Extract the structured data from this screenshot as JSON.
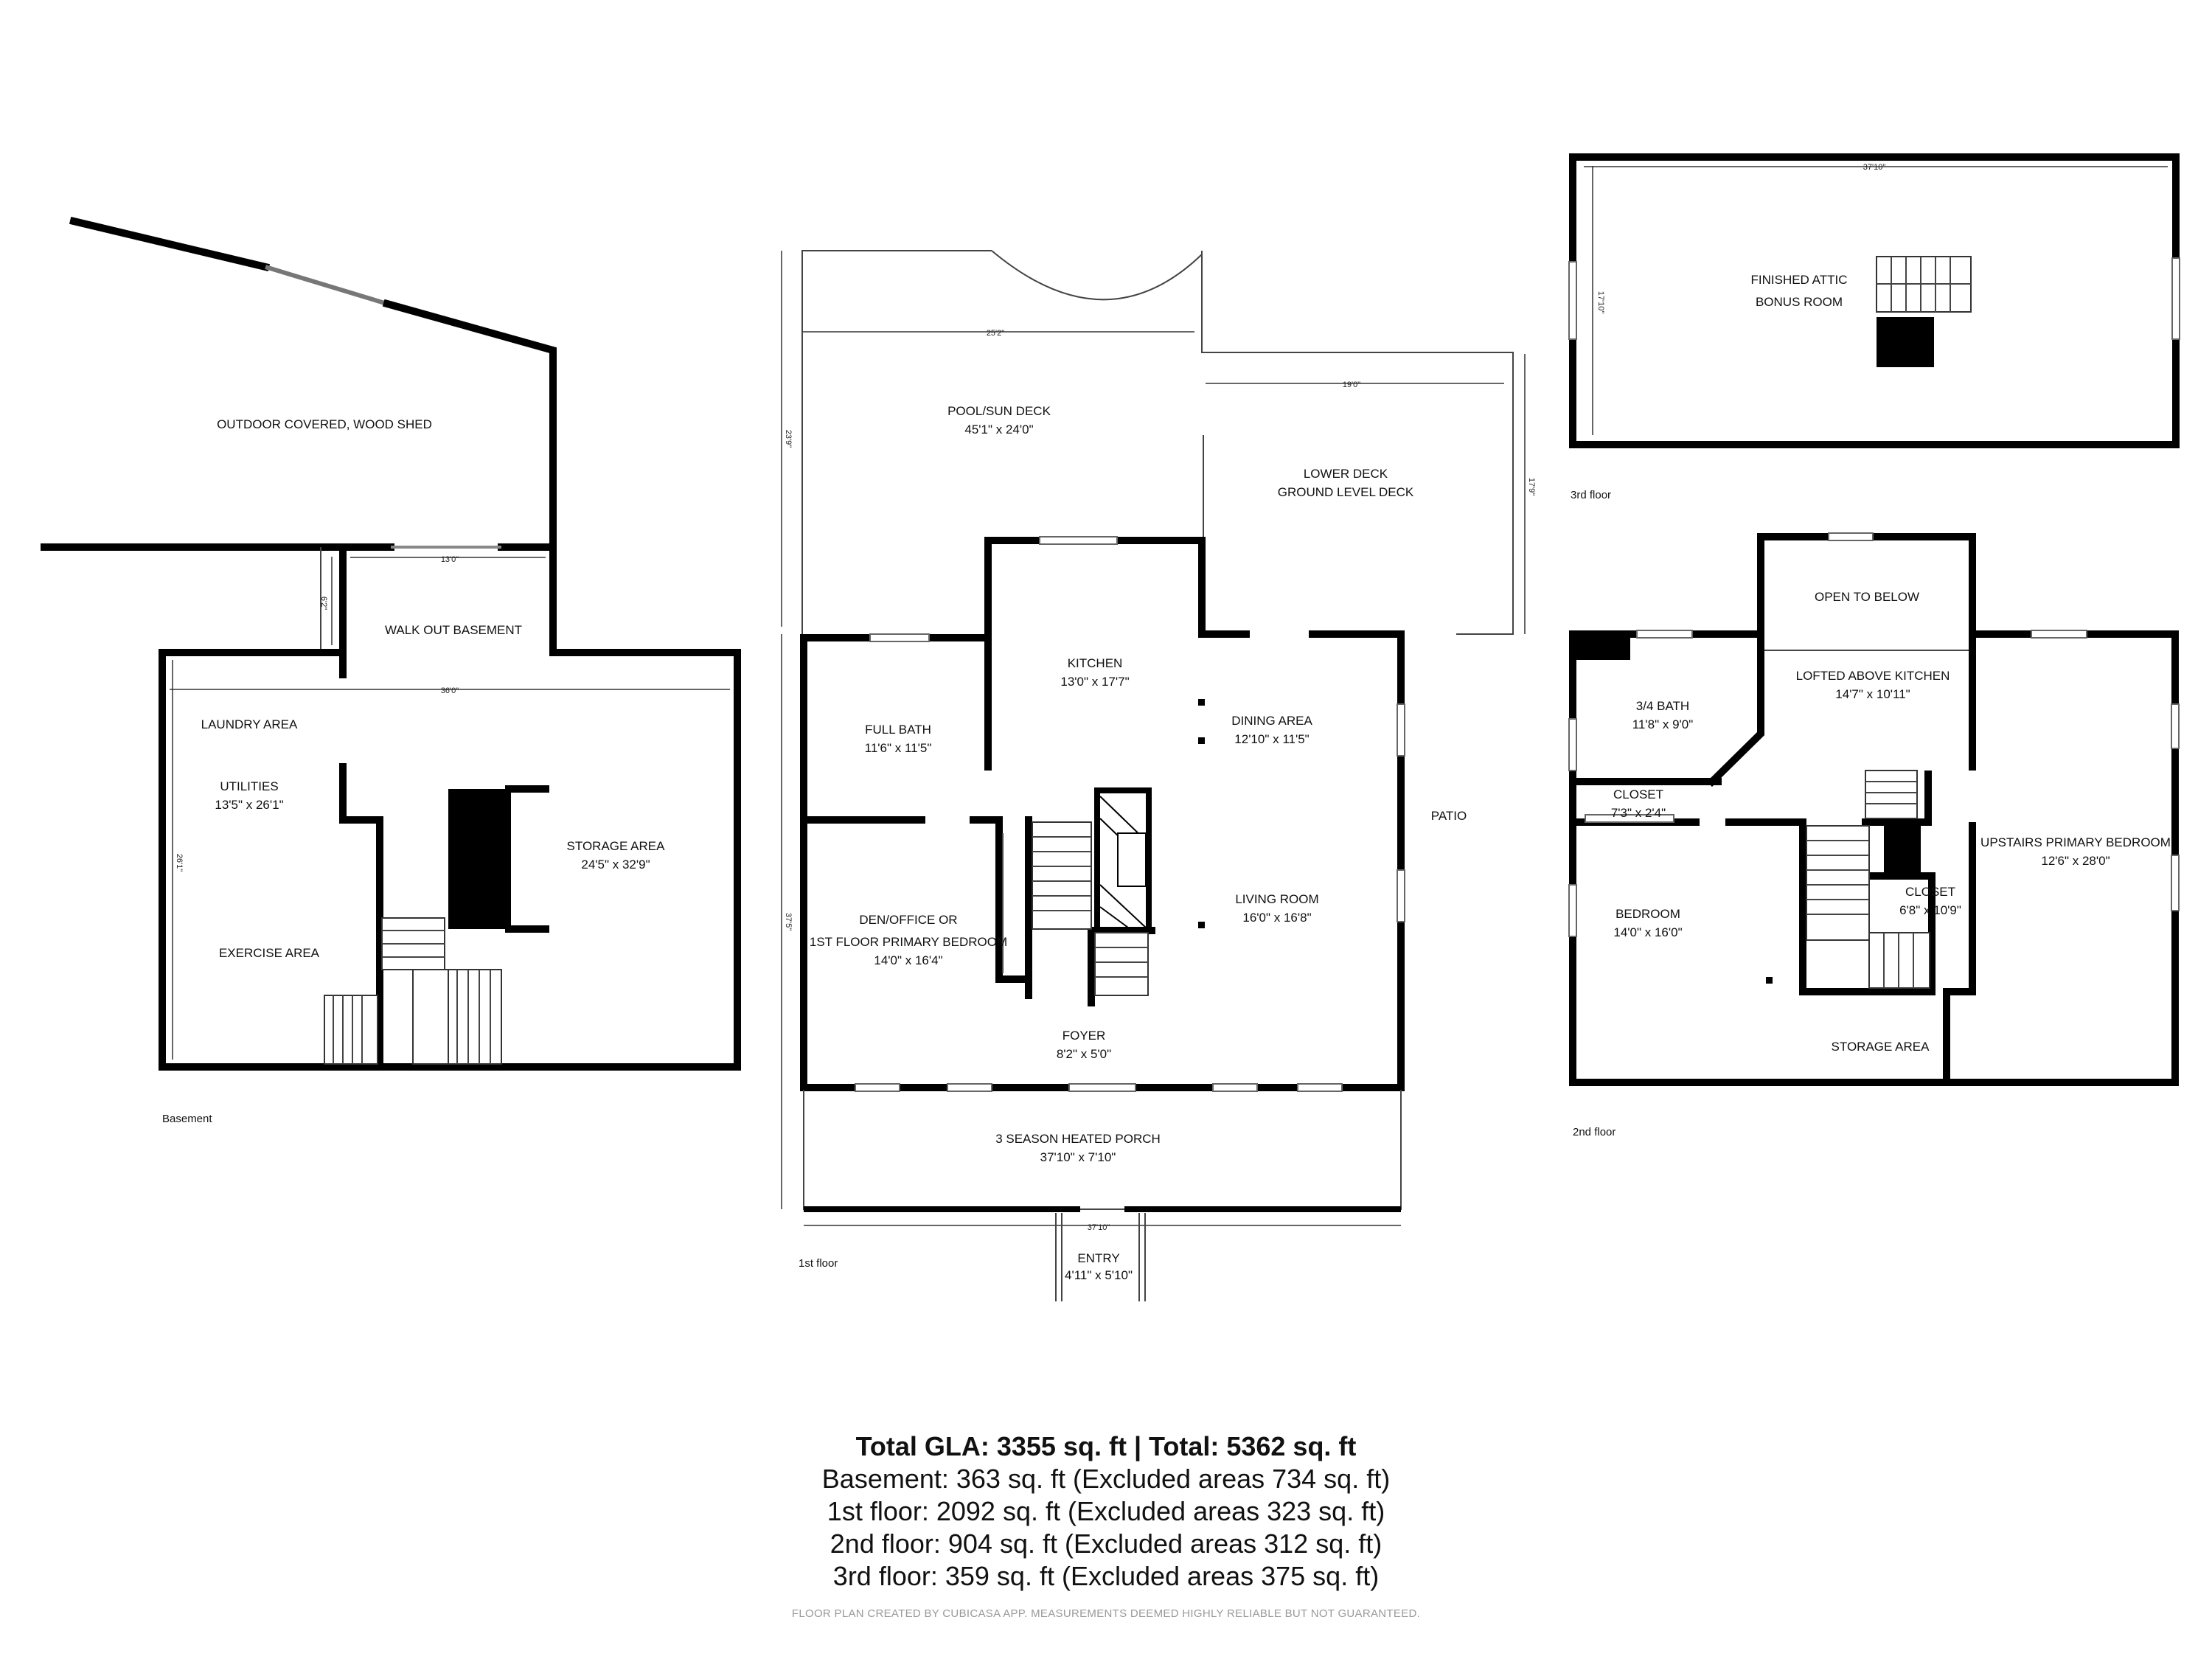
{
  "labels": {
    "outdoor_shed": "OUTDOOR COVERED, WOOD SHED",
    "walk_out": "WALK OUT BASEMENT",
    "laundry": "LAUNDRY AREA",
    "utilities": "UTILITIES",
    "utilities_dim": "13'5\" x 26'1\"",
    "exercise": "EXERCISE AREA",
    "storage": "STORAGE AREA",
    "storage_dim": "24'5\" x 32'9\"",
    "pool_deck": "POOL/SUN DECK",
    "pool_deck_dim": "45'1\" x 24'0\"",
    "lower_deck": "LOWER DECK",
    "lower_deck_sub": "GROUND LEVEL DECK",
    "full_bath": "FULL BATH",
    "full_bath_dim": "11'6\" x 11'5\"",
    "kitchen": "KITCHEN",
    "kitchen_dim": "13'0\" x 17'7\"",
    "dining": "DINING AREA",
    "dining_dim": "12'10\" x 11'5\"",
    "patio": "PATIO",
    "den_1": "DEN/OFFICE OR",
    "den_2": "1ST FLOOR PRIMARY BEDROOM",
    "den_dim": "14'0\" x 16'4\"",
    "living": "LIVING ROOM",
    "living_dim": "16'0\" x 16'8\"",
    "foyer": "FOYER",
    "foyer_dim": "8'2\" x 5'0\"",
    "porch": "3 SEASON HEATED PORCH",
    "porch_dim": "37'10\" x 7'10\"",
    "entry": "ENTRY",
    "entry_dim": "4'11\" x 5'10\"",
    "attic_1": "FINISHED ATTIC",
    "attic_2": "BONUS ROOM",
    "open_below": "OPEN TO BELOW",
    "bath34": "3/4 BATH",
    "bath34_dim": "11'8\" x 9'0\"",
    "lofted": "LOFTED ABOVE KITCHEN",
    "lofted_dim": "14'7\" x 10'11\"",
    "closet1": "CLOSET",
    "closet1_dim": "7'3\" x 2'4\"",
    "bedroom": "BEDROOM",
    "bedroom_dim": "14'0\" x 16'0\"",
    "primary_up": "UPSTAIRS PRIMARY BEDROOM",
    "primary_up_dim": "12'6\" x 28'0\"",
    "closet2": "CLOSET",
    "closet2_dim": "6'8\" x 10'9\"",
    "storage2": "STORAGE AREA"
  },
  "dims": {
    "b_13": "13'0\"",
    "b_6": "6'2\"",
    "b_36": "36'0\"",
    "b_26": "26'1\"",
    "f_252": "25'2\"",
    "f_19": "19'0\"",
    "f_239": "23'9\"",
    "f_179": "17'9\"",
    "f_375": "37'5\"",
    "f_3710": "37'10\"",
    "a_3710": "37'10\"",
    "a_1710": "17'10\""
  },
  "floor_captions": {
    "basement": "Basement",
    "first": "1st floor",
    "second": "2nd floor",
    "third": "3rd floor"
  },
  "summary": {
    "total": "Total GLA: 3355 sq. ft | Total: 5362 sq. ft",
    "basement": "Basement: 363 sq. ft (Excluded areas 734 sq. ft)",
    "first": "1st floor: 2092 sq. ft (Excluded areas 323 sq. ft)",
    "second": "2nd floor: 904 sq. ft (Excluded areas 312 sq. ft)",
    "third": "3rd floor: 359 sq. ft (Excluded areas 375 sq. ft)",
    "footer": "FLOOR PLAN CREATED BY CUBICASA APP. MEASUREMENTS DEEMED HIGHLY RELIABLE BUT NOT GUARANTEED."
  }
}
